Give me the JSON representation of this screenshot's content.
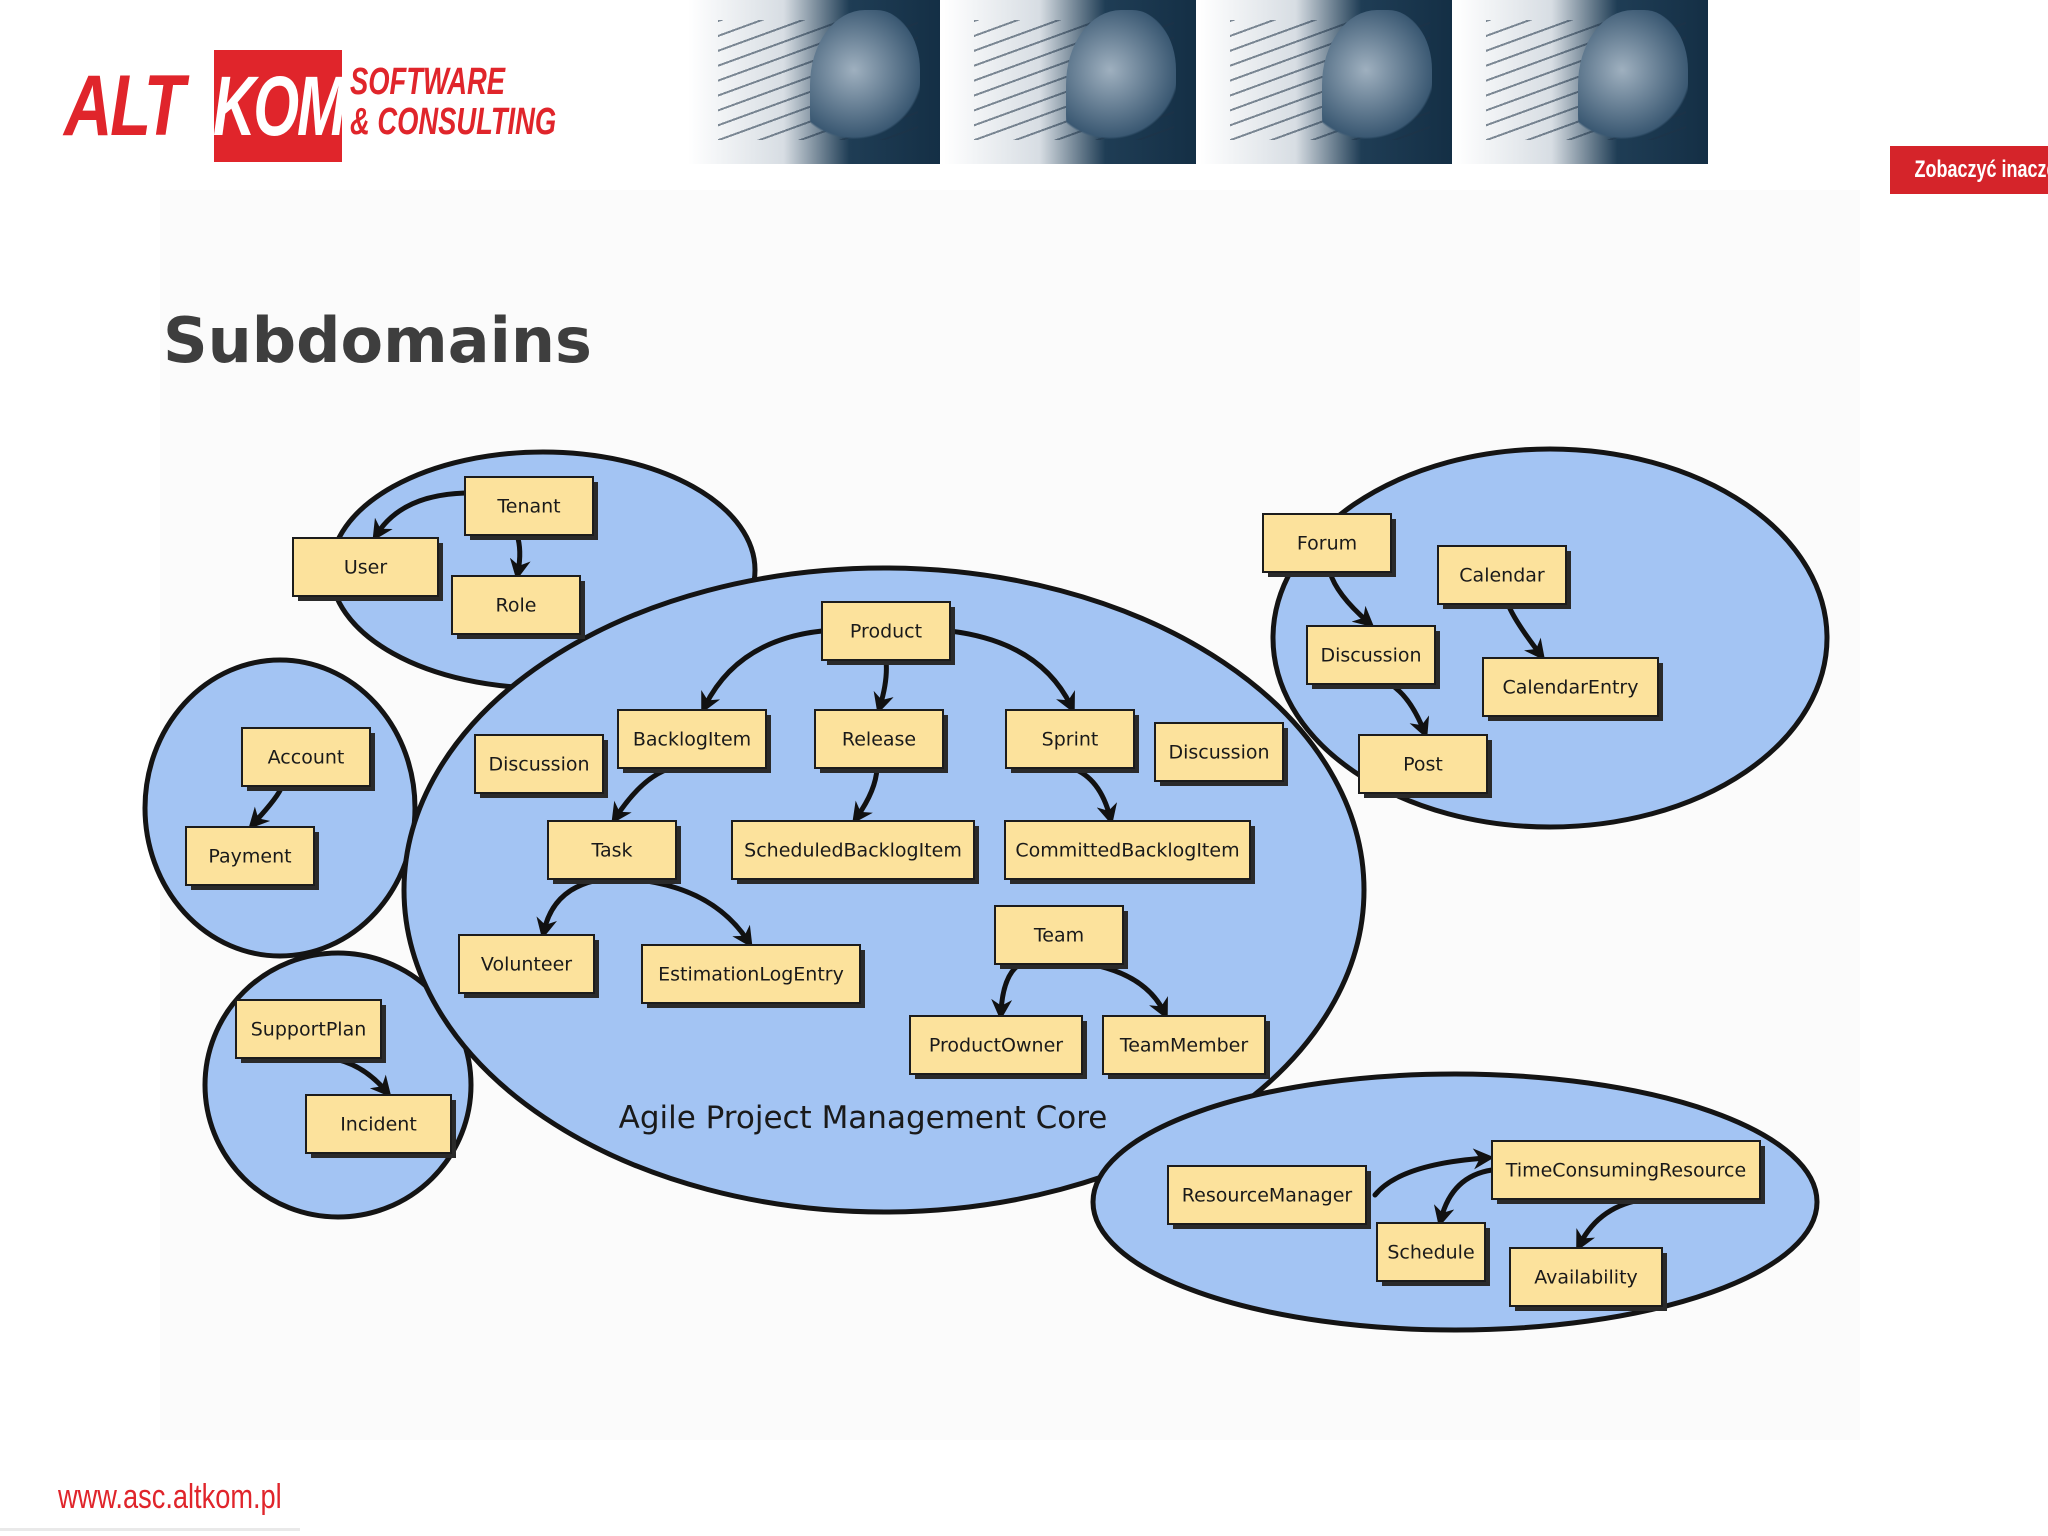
{
  "header": {
    "logo_main": "ALT",
    "logo_kom": "KOM",
    "logo_tagline_1": "SOFTWARE",
    "logo_tagline_2": "& CONSULTING",
    "badge": "Zobaczyć inaczej"
  },
  "slide": {
    "title": "Subdomains",
    "footer_url": "www.asc.altkom.pl"
  },
  "diagram": {
    "core_label": "Agile Project Management Core",
    "subdomains": [
      {
        "id": "identity"
      },
      {
        "id": "core"
      },
      {
        "id": "collaboration"
      },
      {
        "id": "billing"
      },
      {
        "id": "support"
      },
      {
        "id": "resources"
      }
    ],
    "nodes": [
      {
        "id": "tenant",
        "label": "Tenant"
      },
      {
        "id": "user",
        "label": "User"
      },
      {
        "id": "role",
        "label": "Role"
      },
      {
        "id": "account",
        "label": "Account"
      },
      {
        "id": "payment",
        "label": "Payment"
      },
      {
        "id": "support_plan",
        "label": "SupportPlan"
      },
      {
        "id": "incident",
        "label": "Incident"
      },
      {
        "id": "product",
        "label": "Product"
      },
      {
        "id": "discussion_core_left",
        "label": "Discussion"
      },
      {
        "id": "backlog_item",
        "label": "BacklogItem"
      },
      {
        "id": "release",
        "label": "Release"
      },
      {
        "id": "sprint",
        "label": "Sprint"
      },
      {
        "id": "discussion_core_right",
        "label": "Discussion"
      },
      {
        "id": "task",
        "label": "Task"
      },
      {
        "id": "scheduled_backlog_item",
        "label": "ScheduledBacklogItem"
      },
      {
        "id": "committed_backlog_item",
        "label": "CommittedBacklogItem"
      },
      {
        "id": "volunteer",
        "label": "Volunteer"
      },
      {
        "id": "estimation_log_entry",
        "label": "EstimationLogEntry"
      },
      {
        "id": "team",
        "label": "Team"
      },
      {
        "id": "product_owner",
        "label": "ProductOwner"
      },
      {
        "id": "team_member",
        "label": "TeamMember"
      },
      {
        "id": "forum",
        "label": "Forum"
      },
      {
        "id": "calendar",
        "label": "Calendar"
      },
      {
        "id": "discussion_collab",
        "label": "Discussion"
      },
      {
        "id": "calendar_entry",
        "label": "CalendarEntry"
      },
      {
        "id": "post",
        "label": "Post"
      },
      {
        "id": "resource_manager",
        "label": "ResourceManager"
      },
      {
        "id": "time_consuming_resource",
        "label": "TimeConsumingResource"
      },
      {
        "id": "schedule",
        "label": "Schedule"
      },
      {
        "id": "availability",
        "label": "Availability"
      }
    ],
    "edges": [
      {
        "from": "tenant",
        "to": "user"
      },
      {
        "from": "tenant",
        "to": "role"
      },
      {
        "from": "account",
        "to": "payment"
      },
      {
        "from": "support_plan",
        "to": "incident"
      },
      {
        "from": "product",
        "to": "backlog_item"
      },
      {
        "from": "product",
        "to": "release"
      },
      {
        "from": "product",
        "to": "sprint"
      },
      {
        "from": "backlog_item",
        "to": "task"
      },
      {
        "from": "release",
        "to": "scheduled_backlog_item"
      },
      {
        "from": "sprint",
        "to": "committed_backlog_item"
      },
      {
        "from": "task",
        "to": "volunteer"
      },
      {
        "from": "task",
        "to": "estimation_log_entry"
      },
      {
        "from": "team",
        "to": "product_owner"
      },
      {
        "from": "team",
        "to": "team_member"
      },
      {
        "from": "forum",
        "to": "discussion_collab"
      },
      {
        "from": "discussion_collab",
        "to": "post"
      },
      {
        "from": "calendar",
        "to": "calendar_entry"
      },
      {
        "from": "resource_manager",
        "to": "time_consuming_resource"
      },
      {
        "from": "time_consuming_resource",
        "to": "schedule"
      },
      {
        "from": "time_consuming_resource",
        "to": "availability"
      }
    ],
    "colors": {
      "subdomain_fill": "#a3c4f3",
      "node_fill": "#fce29c",
      "outline": "#141414",
      "brand_red": "#e0252b"
    }
  }
}
